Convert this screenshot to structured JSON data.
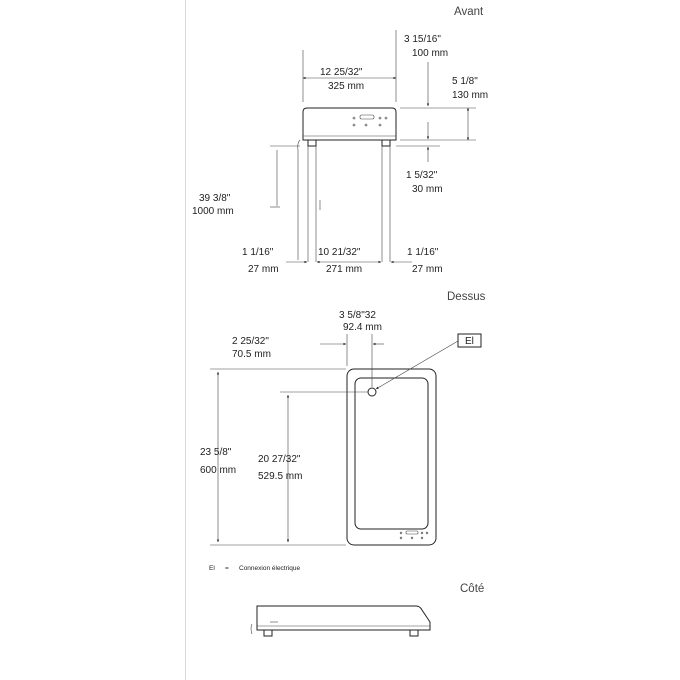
{
  "sections": {
    "front": "Avant",
    "top": "Dessus",
    "side": "Côté"
  },
  "front_dims": {
    "width_in": "12 25/32\"",
    "width_mm": "325 mm",
    "depth_in": "3 15/16\"",
    "depth_mm": "100 mm",
    "height_in": "5 1/8\"",
    "height_mm": "130 mm",
    "foot_in": "1 5/32\"",
    "foot_mm": "30 mm",
    "cable_in": "39 3/8\"",
    "cable_mm": "1000 mm",
    "left_in": "1 1/16\"",
    "left_mm": "27 mm",
    "center_in": "10 21/32\"",
    "center_mm": "271   mm",
    "right_in": "1 1/16\"",
    "right_mm": "27 mm"
  },
  "top_dims": {
    "offset_in": "3  5/8\"32",
    "offset_mm": "92.4 mm",
    "left_in": "2 25/32\"",
    "left_mm": "70.5 mm",
    "total_in": "23  5/8\"",
    "total_mm": "600   mm",
    "inner_in": "20  27/32\"",
    "inner_mm": "529.5    mm",
    "callout": "El"
  },
  "legend": {
    "key": "El",
    "eq": "=",
    "text": "Connexion électrique"
  },
  "colors": {
    "line": "#222222",
    "divider": "#d8d8d8"
  }
}
